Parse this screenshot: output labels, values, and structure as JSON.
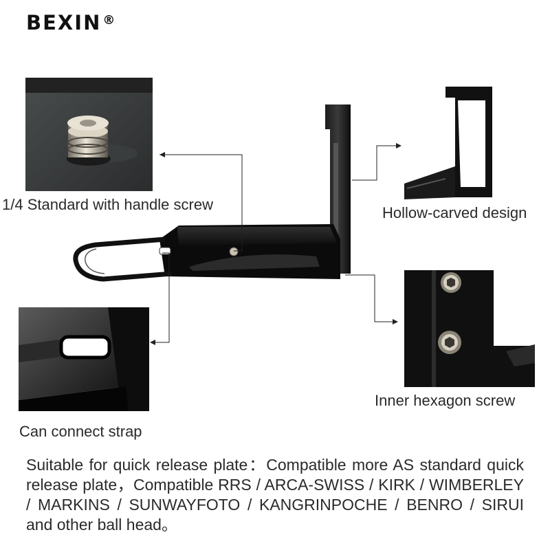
{
  "brand": {
    "name": "BEXIN",
    "mark": "®"
  },
  "callouts": {
    "screw": "1/4 Standard with handle screw",
    "hollow": "Hollow-carved design",
    "hex": "Inner hexagon screw",
    "strap": "Can connect strap"
  },
  "description": "Suitable for quick release plate：Compatible more AS standard quick release plate，Compatible RRS / ARCA-SWISS / KIRK / WIMBERLEY / MARKINS / SUNWAYFOTO / KANGRINPOCHE / BENRO / SIRUI and other ball head。",
  "colors": {
    "bracket": "#111111",
    "leader": "#222222",
    "background": "#ffffff"
  }
}
